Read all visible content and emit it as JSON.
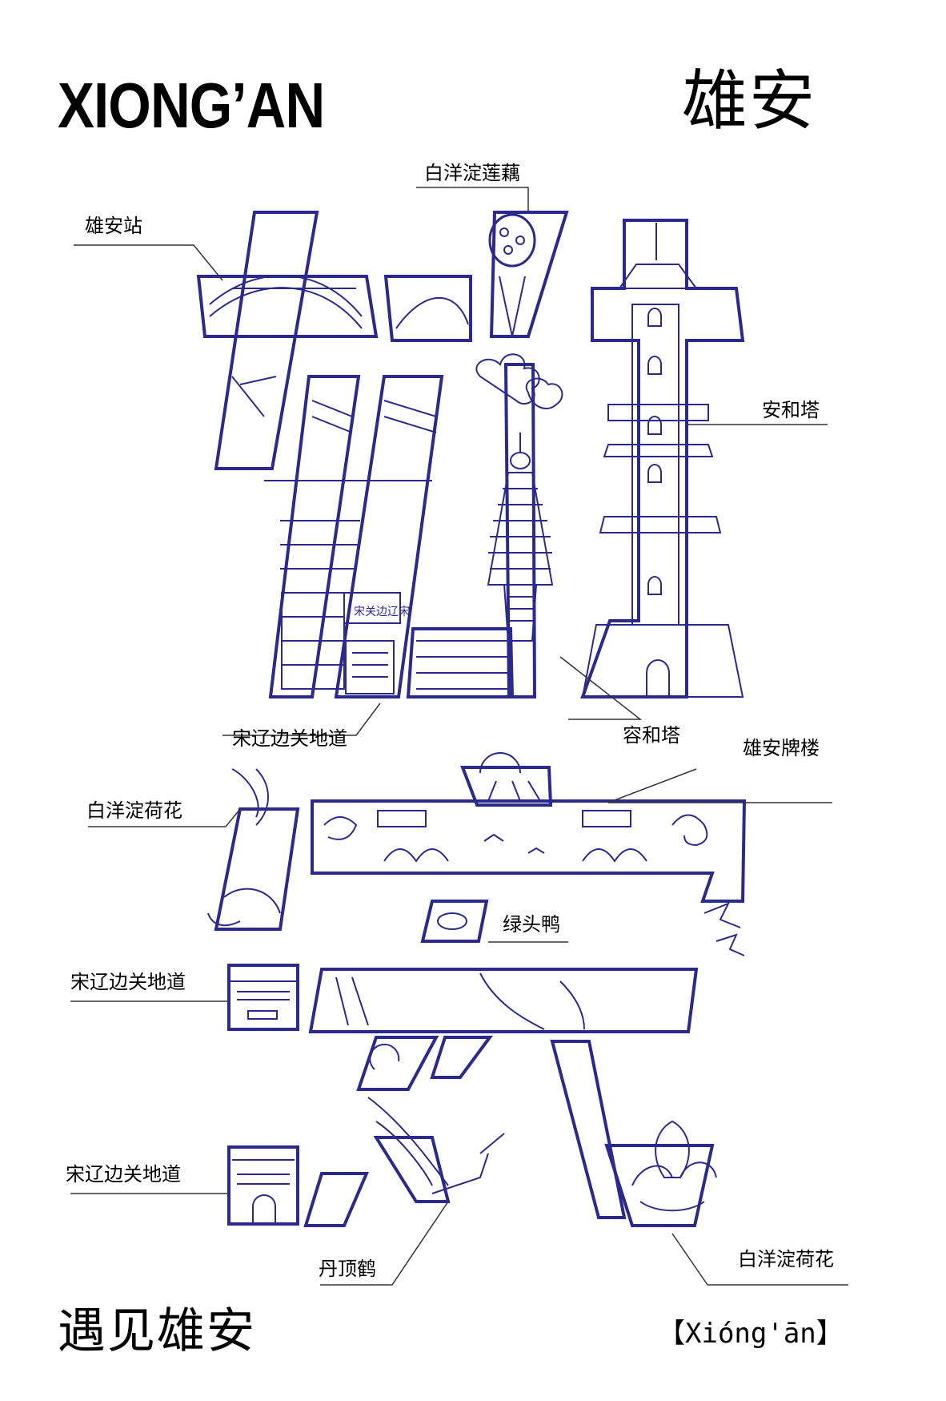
{
  "header": {
    "title_en": "XIONG’AN",
    "title_cn": "雄安"
  },
  "footer": {
    "slogan": "遇见雄安",
    "pinyin": "【Xióng'ān】"
  },
  "callouts": [
    {
      "id": "xiongan-station",
      "text": "雄安站"
    },
    {
      "id": "baiyangdian-lotus-root",
      "text": "白洋淀莲藕"
    },
    {
      "id": "anhe-pagoda",
      "text": "安和塔"
    },
    {
      "id": "song-liao-tunnel-1",
      "text": "宋辽边关地道"
    },
    {
      "id": "ronghe-pagoda",
      "text": "容和塔"
    },
    {
      "id": "xiongan-archway",
      "text": "雄安牌楼"
    },
    {
      "id": "baiyangdian-lotus-1",
      "text": "白洋淀荷花"
    },
    {
      "id": "mallard",
      "text": "绿头鸭"
    },
    {
      "id": "song-liao-tunnel-2",
      "text": "宋辽边关地道"
    },
    {
      "id": "song-liao-tunnel-3",
      "text": "宋辽边关地道"
    },
    {
      "id": "red-crowned-crane",
      "text": "丹顶鹤"
    },
    {
      "id": "baiyangdian-lotus-2",
      "text": "白洋淀荷花"
    }
  ],
  "artwork": {
    "ink_color": "#2b2a8c",
    "inset_text": "宋关边辽宋"
  }
}
